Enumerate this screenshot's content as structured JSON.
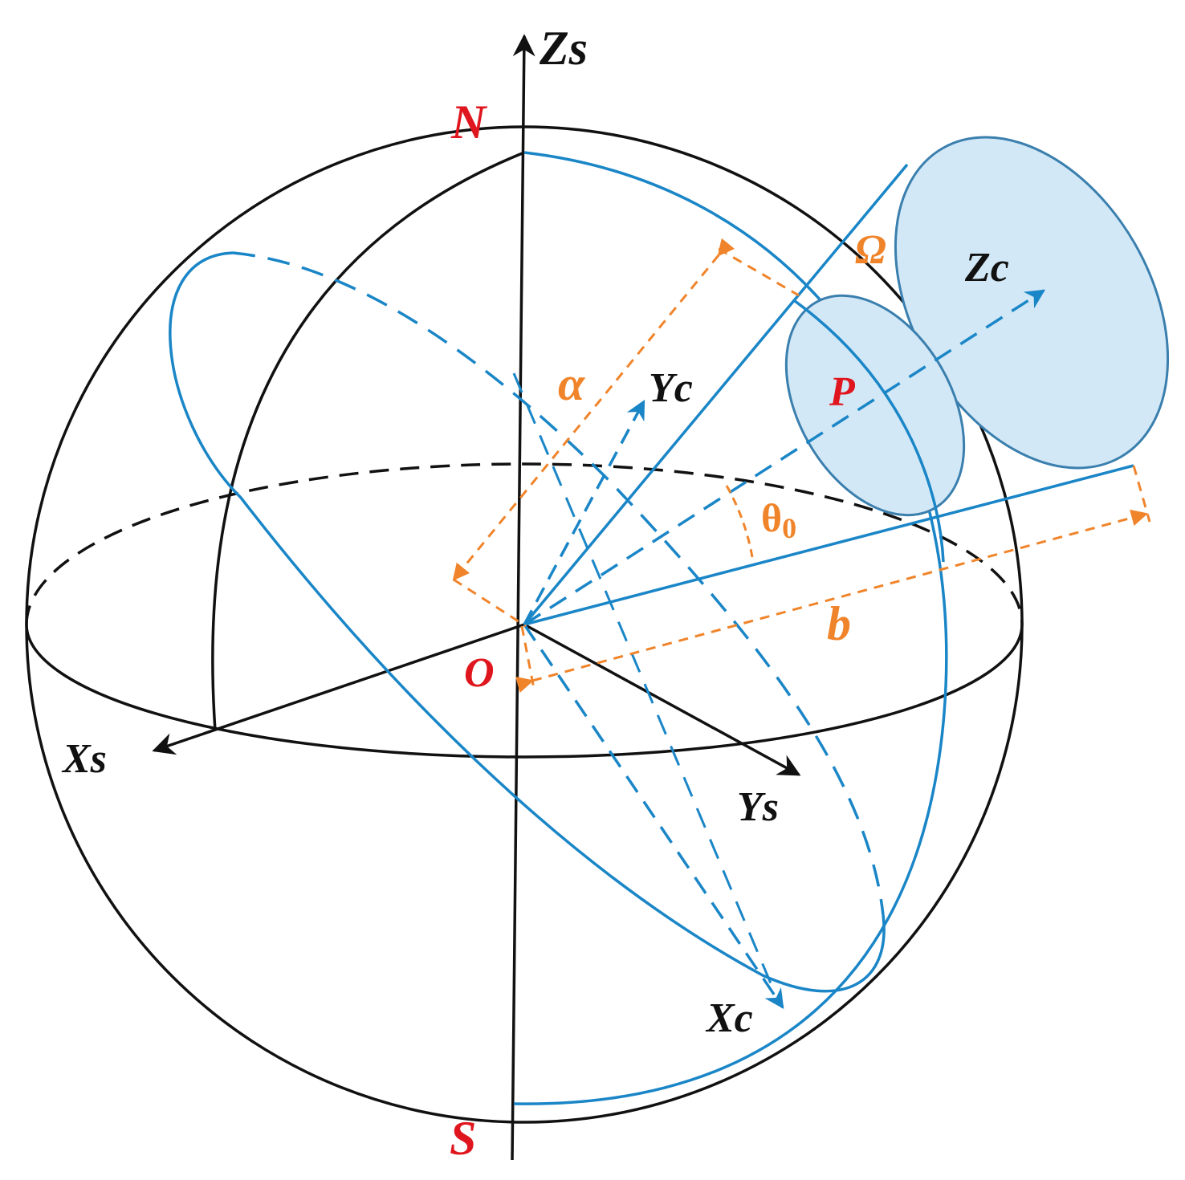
{
  "colors": {
    "black": "#111111",
    "blue": "#1a86c7",
    "orange": "#f0842a",
    "red": "#e0161f",
    "cone_fill": "#d3e8f6",
    "cone_stroke": "#3a7fae"
  },
  "labels": {
    "zs": "Zs",
    "xs": "Xs",
    "ys": "Ys",
    "north": "N",
    "south": "S",
    "origin": "O",
    "zc": "Zc",
    "yc": "Yc",
    "xc": "Xc",
    "point_p": "P",
    "alpha": "α",
    "b": "b",
    "omega": "Ω",
    "theta0": "θ",
    "theta0_sub": "0"
  }
}
